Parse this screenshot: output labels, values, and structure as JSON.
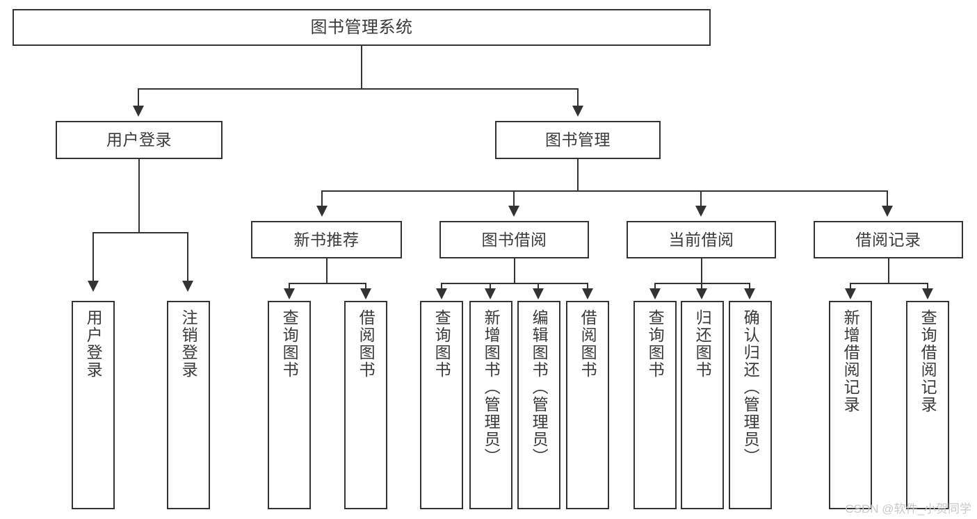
{
  "diagram": {
    "title": "图书管理系统",
    "type": "hierarchy-tree",
    "levels": 4
  },
  "root": {
    "label": "图书管理系统"
  },
  "level2": [
    {
      "label": "用户登录"
    },
    {
      "label": "图书管理"
    }
  ],
  "level3": [
    {
      "label": "新书推荐"
    },
    {
      "label": "图书借阅"
    },
    {
      "label": "当前借阅"
    },
    {
      "label": "借阅记录"
    }
  ],
  "leaves": {
    "user_login": [
      {
        "label": "用户登录"
      },
      {
        "label": "注销登录"
      }
    ],
    "new_book_recommend": [
      {
        "label": "查询图书"
      },
      {
        "label": "借阅图书"
      }
    ],
    "book_borrow": [
      {
        "label": "查询图书"
      },
      {
        "label": "新增图书（管理员）"
      },
      {
        "label": "编辑图书（管理员）"
      },
      {
        "label": "借阅图书"
      }
    ],
    "current_borrow": [
      {
        "label": "查询图书"
      },
      {
        "label": "归还图书"
      },
      {
        "label": "确认归还（管理员）"
      }
    ],
    "borrow_record": [
      {
        "label": "新增借阅记录"
      },
      {
        "label": "查询借阅记录"
      }
    ]
  },
  "watermark": {
    "text": "CSDN @软件_小贺同学"
  },
  "colors": {
    "stroke": "#333333",
    "background": "#ffffff",
    "text": "#3a3a3a",
    "watermark": "#c9c9c9"
  }
}
